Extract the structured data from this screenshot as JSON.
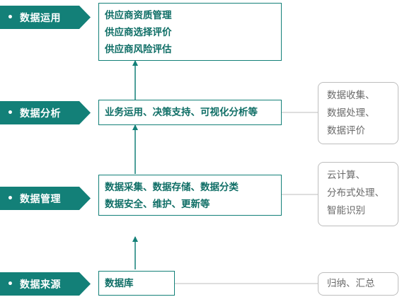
{
  "layers": [
    {
      "label": "数据运用",
      "items": [
        "供应商资质管理",
        "供应商选择评价",
        "供应商风险评估"
      ]
    },
    {
      "label": "数据分析",
      "items": [
        "业务运用、决策支持、可视化分析等"
      ],
      "notes": [
        "数据收集、",
        "数据处理、",
        "数据评价"
      ]
    },
    {
      "label": "数据管理",
      "items": [
        "数据采集、数据存储、数据分类",
        "数据安全、维护、更新等"
      ],
      "notes": [
        "云计算、",
        "分布式处理、",
        "智能识别"
      ]
    },
    {
      "label": "数据来源",
      "items": [
        "数据库"
      ],
      "notes": [
        "归纳、汇总"
      ]
    }
  ],
  "bullet": "•",
  "colors": {
    "accent": "#138078",
    "box_text": "#0f6e66",
    "note_border": "#bdbdbd",
    "note_text": "#6a6a6a"
  }
}
